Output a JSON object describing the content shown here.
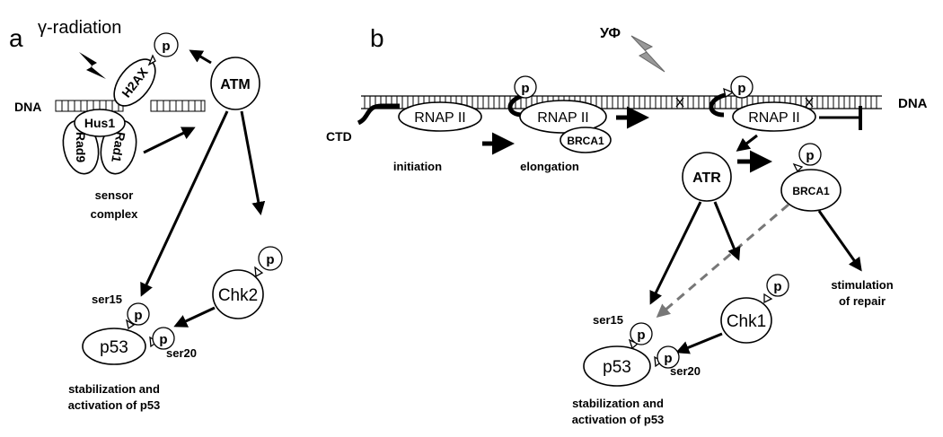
{
  "panel_a": {
    "label": "a",
    "radiation_label": "γ-radiation",
    "dna_label": "DNA",
    "h2ax": "H2AX",
    "atm": "ATM",
    "hus1": "Hus1",
    "rad9": "Rad9",
    "rad1": "Rad1",
    "sensor_complex_line1": "sensor",
    "sensor_complex_line2": "complex",
    "chk2": "Chk2",
    "p53": "p53",
    "ser15": "ser15",
    "ser20": "ser20",
    "outcome_line1": "stabilization and",
    "outcome_line2": "activation of p53"
  },
  "panel_b": {
    "label": "b",
    "radiation_label": "УФ",
    "dna_label": "DNA",
    "ctd": "CTD",
    "rnap": "RNAP II",
    "brca1": "BRCA1",
    "initiation": "initiation",
    "elongation": "elongation",
    "atr": "ATR",
    "chk1": "Chk1",
    "p53": "p53",
    "ser15": "ser15",
    "ser20": "ser20",
    "repair_line1": "stimulation",
    "repair_line2": "of repair",
    "outcome_line1": "stabilization and",
    "outcome_line2": "activation of p53"
  },
  "phospho": "p",
  "colors": {
    "line": "#000000",
    "dashed": "#777777",
    "lightning_a": "#000000",
    "lightning_b": "#999999"
  }
}
